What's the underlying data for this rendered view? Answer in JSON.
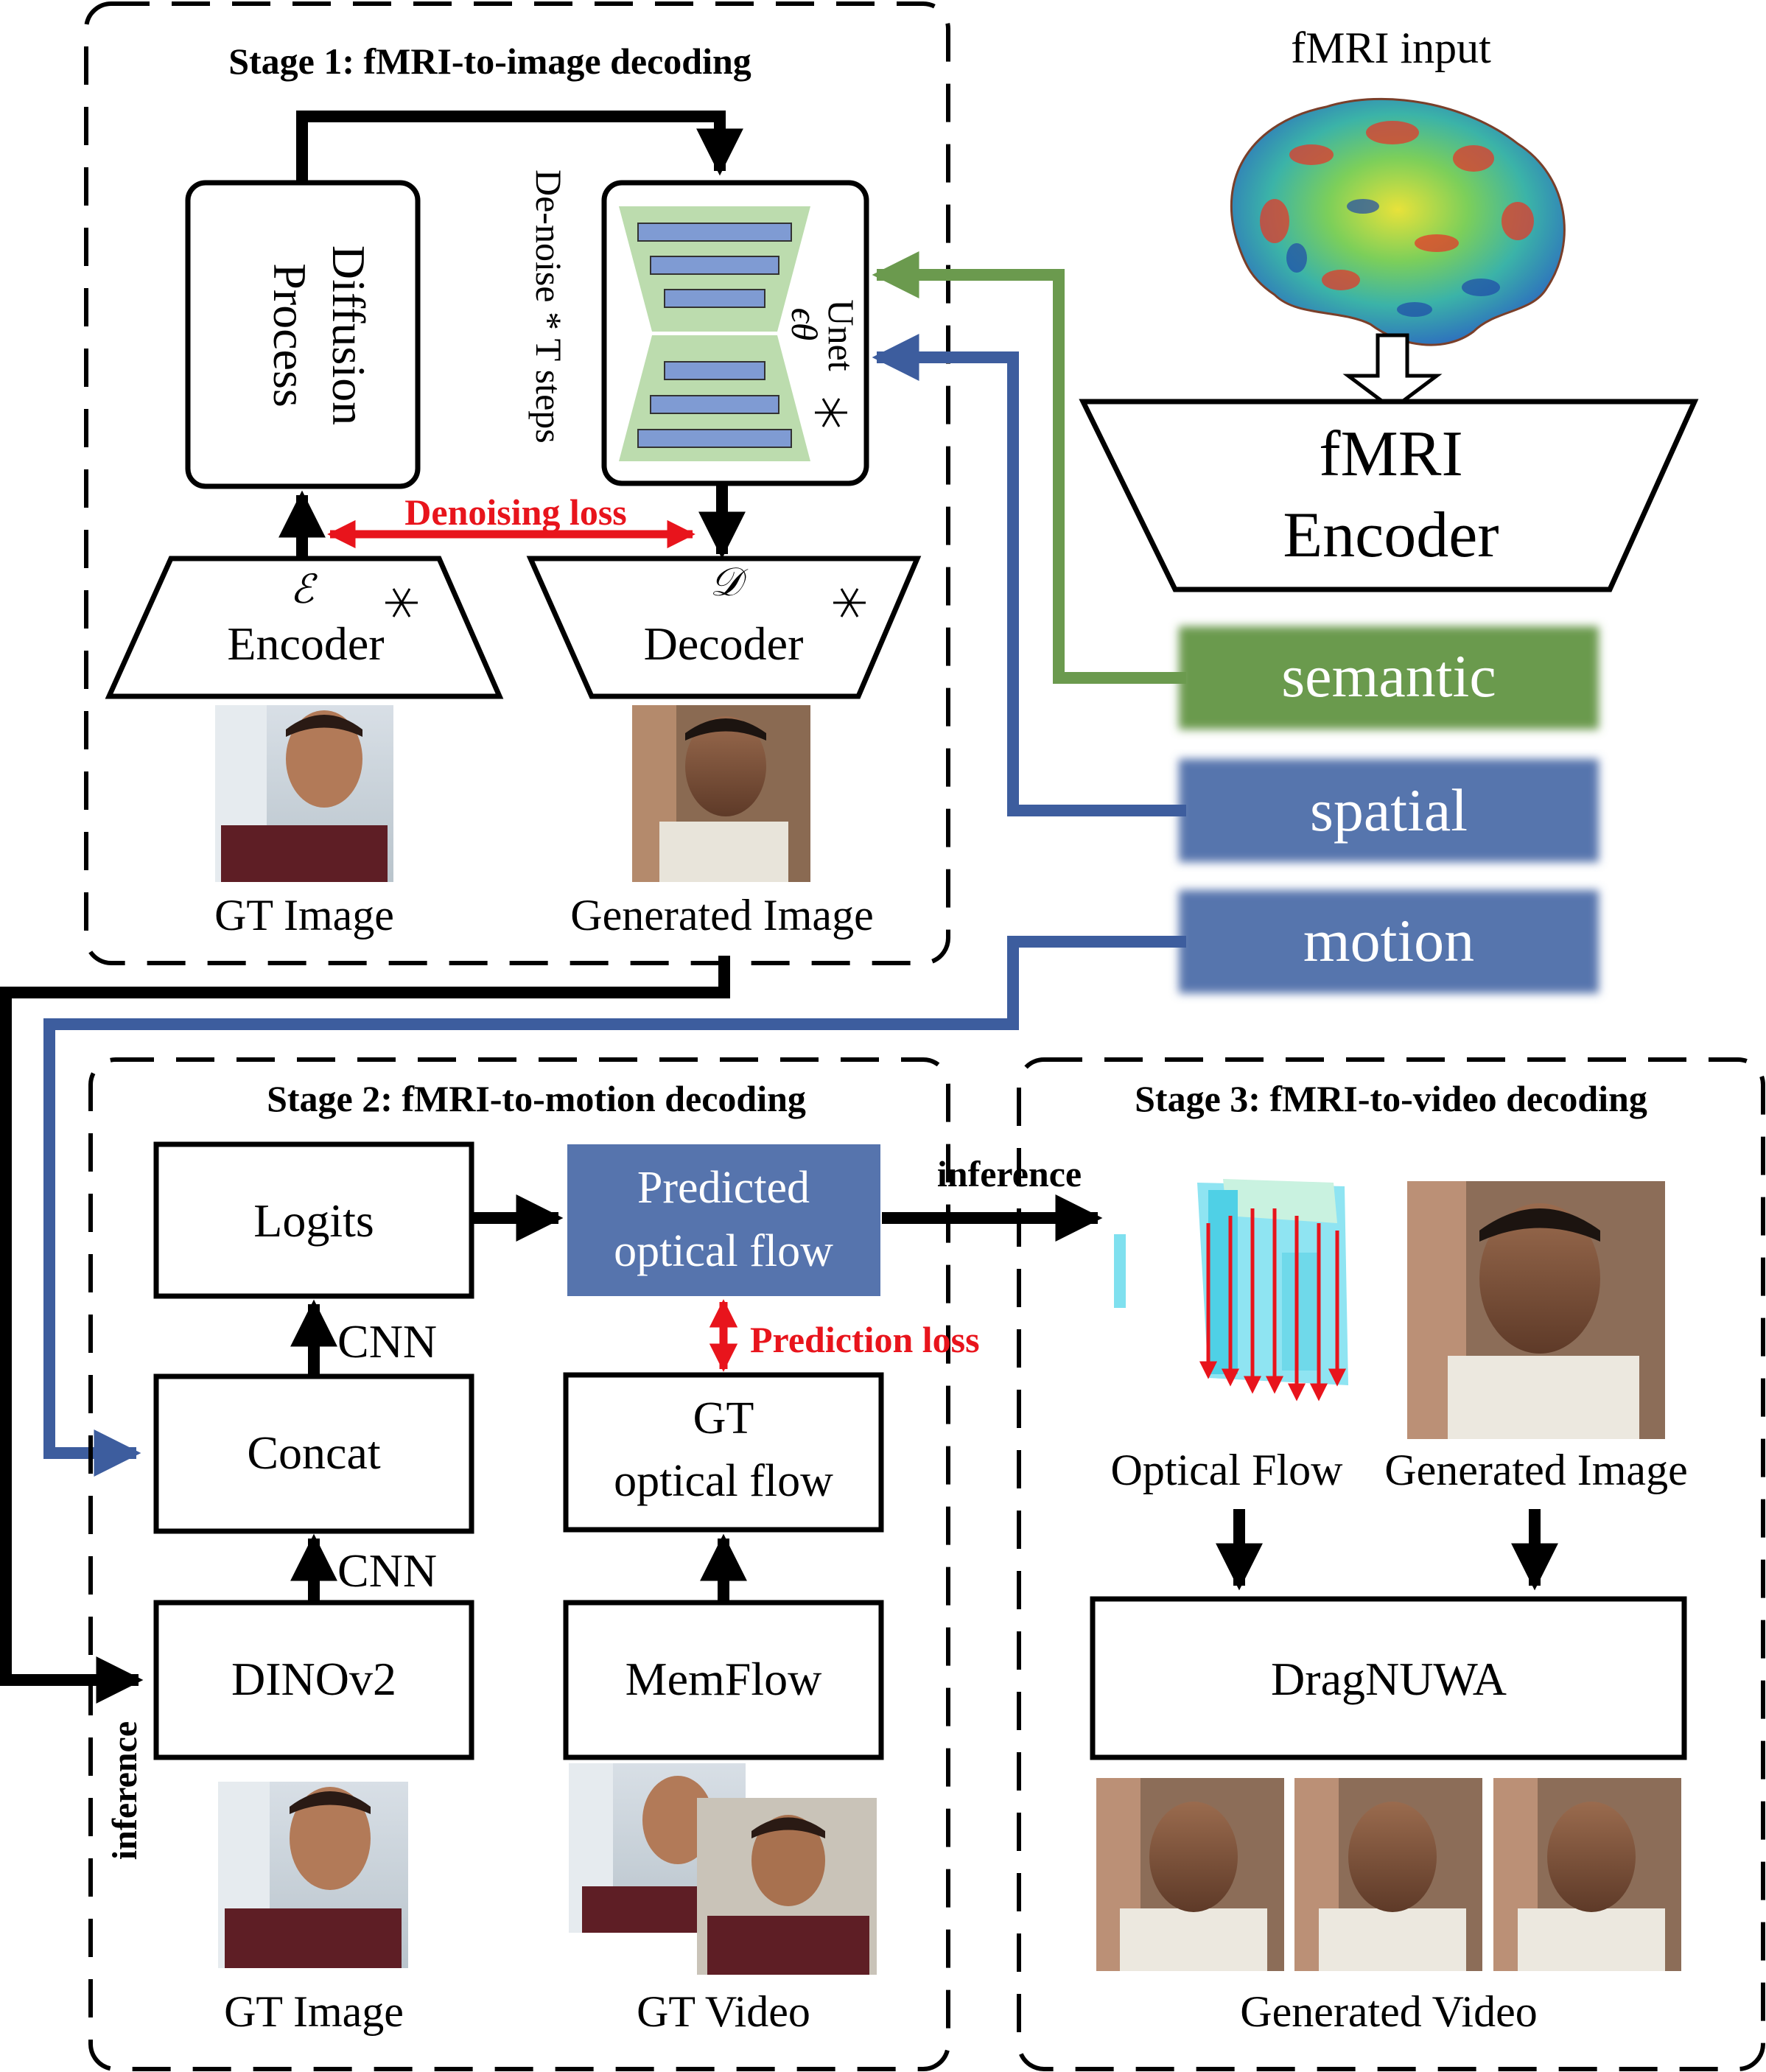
{
  "stage1": {
    "title": "Stage 1: fMRI-to-image decoding",
    "diffusion_line1": "Diffusion",
    "diffusion_line2": "Process",
    "denoise_label": "De-noise * T steps",
    "unet_label": "Unet",
    "unet_symbol": "ϵθ",
    "encoder_symbol": "ℰ",
    "encoder_label": "Encoder",
    "decoder_symbol": "𝒟",
    "decoder_label": "Decoder",
    "loss_label": "Denoising loss",
    "gt_image_caption": "GT Image",
    "generated_image_caption": "Generated Image"
  },
  "fmri": {
    "input_label": "fMRI input",
    "encoder_line1": "fMRI",
    "encoder_line2": "Encoder",
    "features": [
      {
        "label": "semantic",
        "color": "#6b9a4e"
      },
      {
        "label": "spatial",
        "color": "#5674ad"
      },
      {
        "label": "motion",
        "color": "#5674ad"
      }
    ]
  },
  "stage2": {
    "title": "Stage 2: fMRI-to-motion decoding",
    "logits_label": "Logits",
    "concat_label": "Concat",
    "dinov2_label": "DINOv2",
    "cnn_label_1": "CNN",
    "cnn_label_2": "CNN",
    "predicted_line1": "Predicted",
    "predicted_line2": "optical flow",
    "loss_label": "Prediction loss",
    "gt_flow_line1": "GT",
    "gt_flow_line2": "optical flow",
    "memflow_label": "MemFlow",
    "inference_label": "inference",
    "gt_image_caption": "GT Image",
    "gt_video_caption": "GT Video"
  },
  "stage3": {
    "title": "Stage 3: fMRI-to-video decoding",
    "inference_label": "inference",
    "optical_flow_caption": "Optical Flow",
    "generated_image_caption": "Generated Image",
    "dragnuwa_label": "DragNUWA",
    "generated_video_caption": "Generated Video"
  },
  "colors": {
    "green": "#6b9a4e",
    "blue": "#3d5d9e",
    "blue_fill": "#5674ad",
    "red": "#e8141c",
    "unet_green": "#bcdcae",
    "unet_bar": "#7f9bd3"
  },
  "icons": [
    "snowflake-icon",
    "brain-icon"
  ]
}
